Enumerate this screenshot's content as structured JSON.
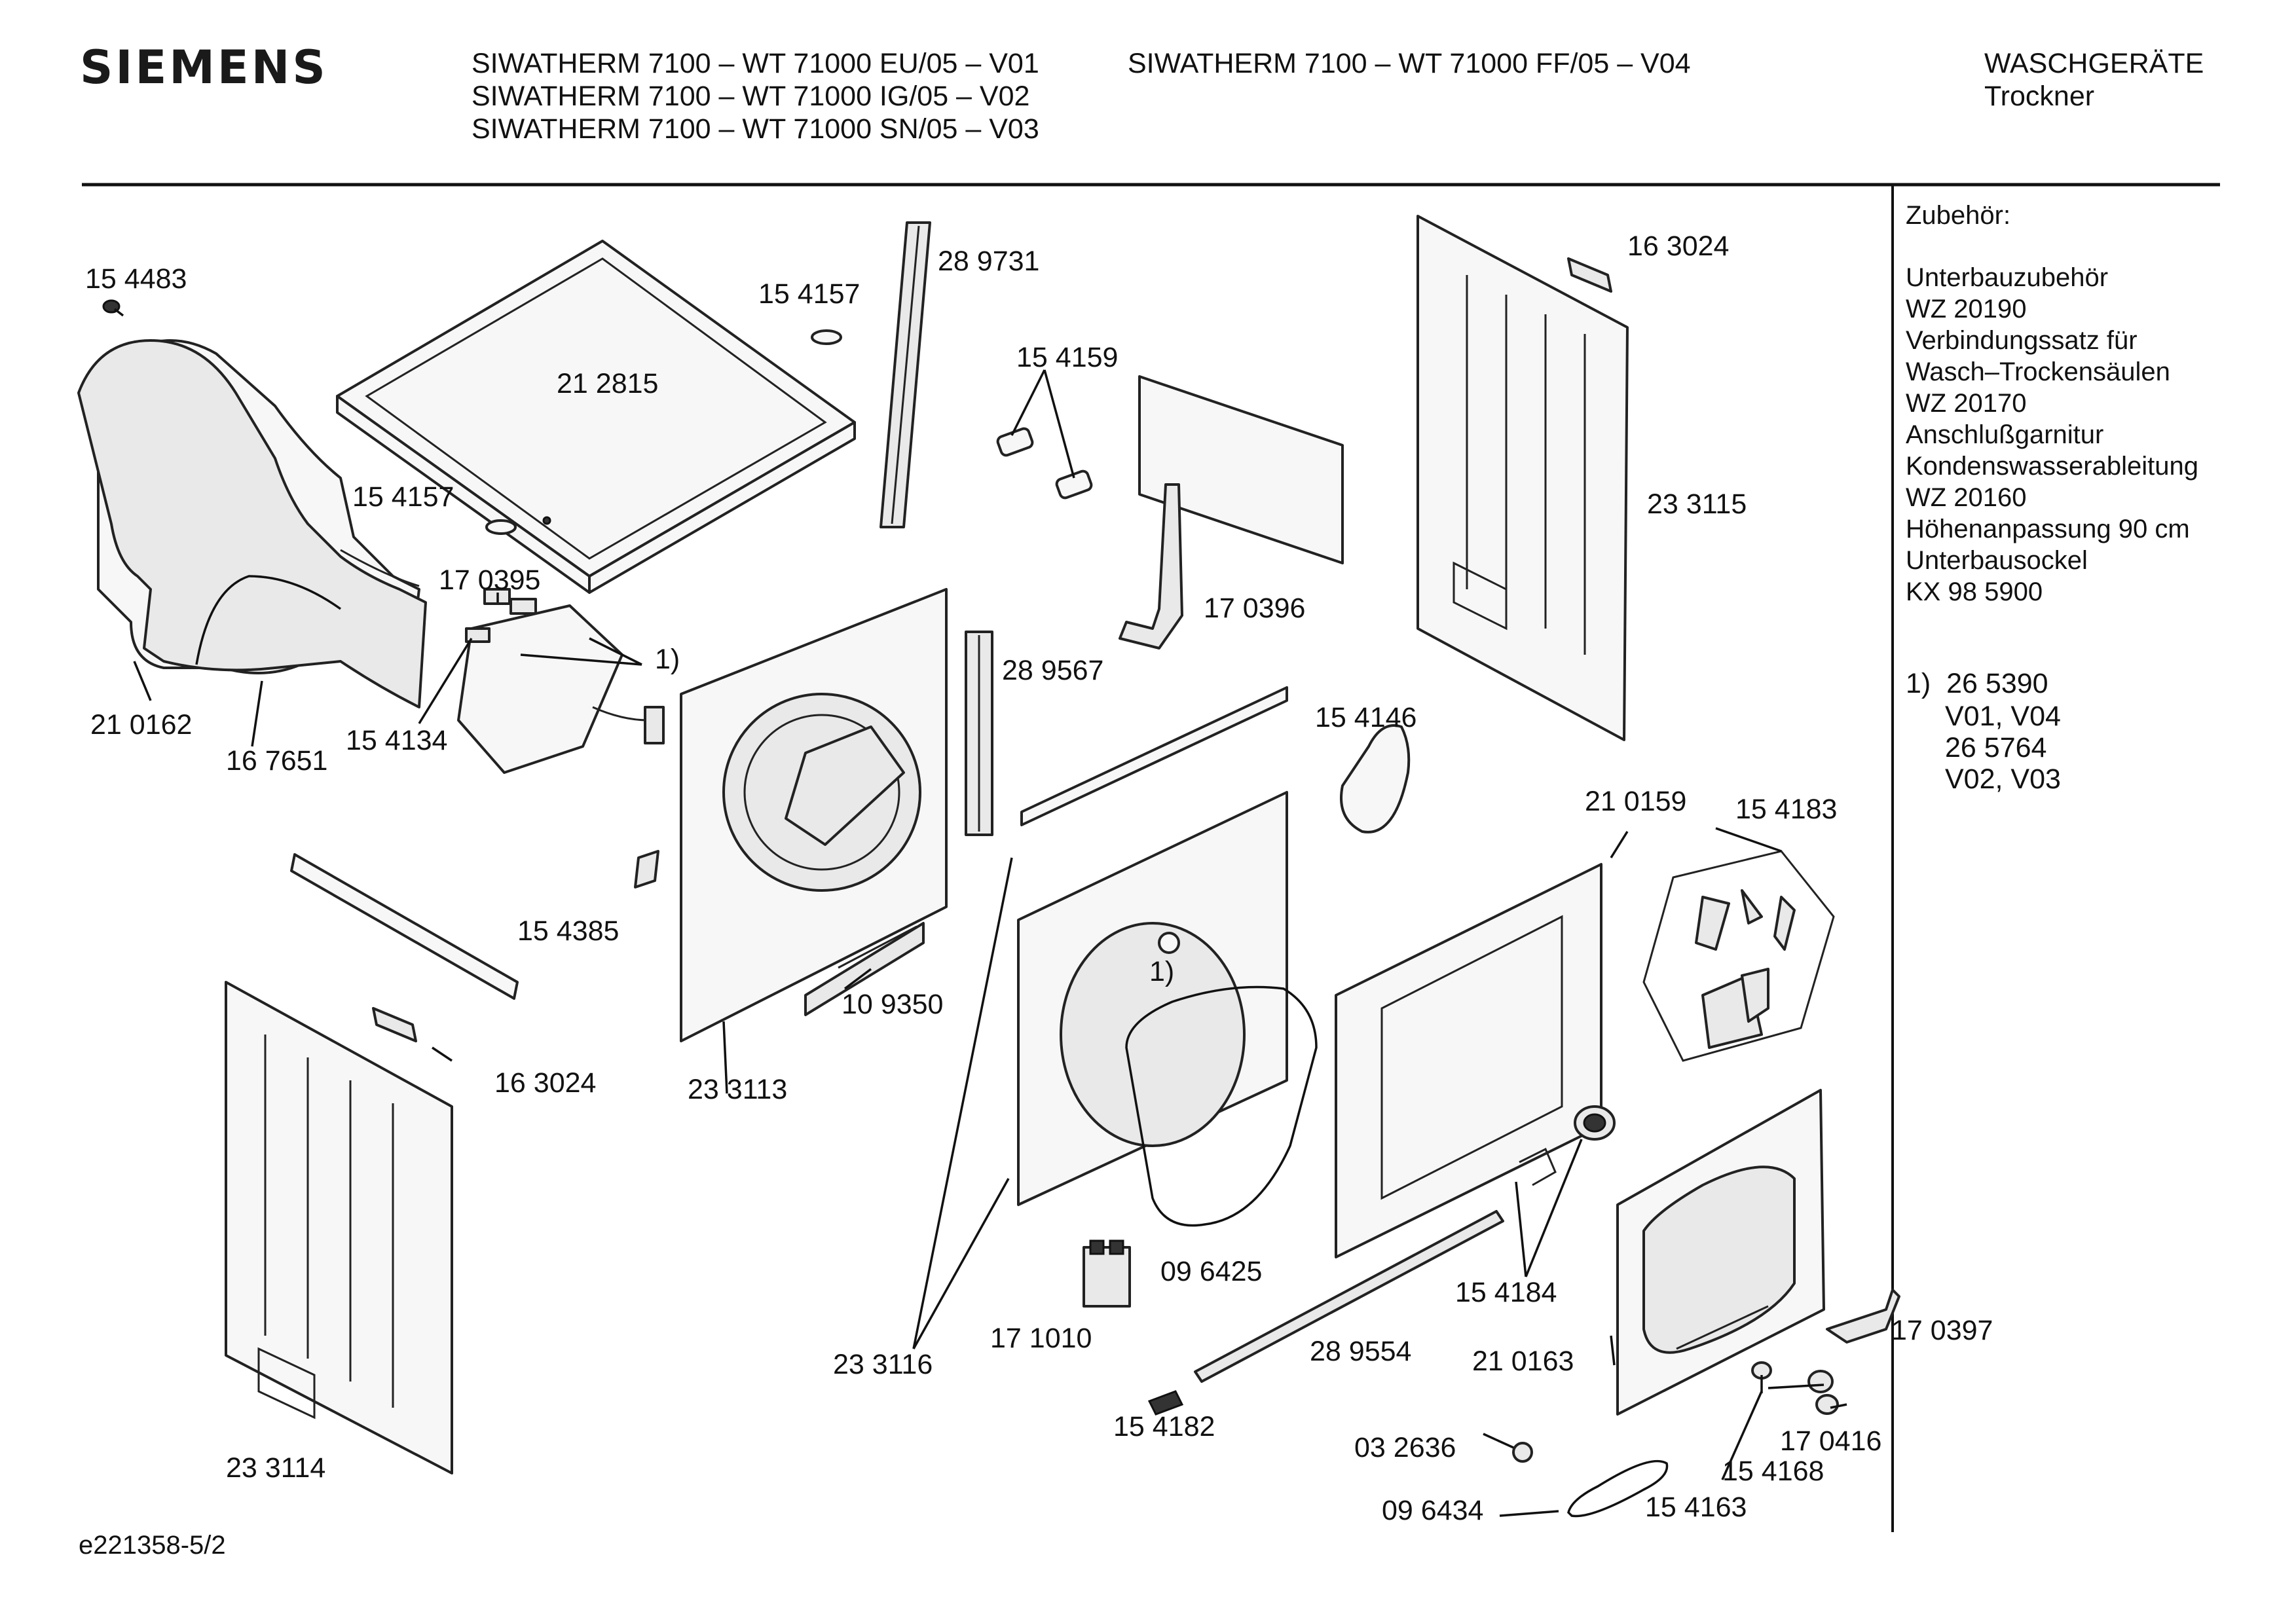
{
  "header": {
    "brand": "SIEMENS",
    "models_col1": [
      "SIWATHERM 7100 – WT 71000 EU/05 – V01",
      "SIWATHERM 7100 – WT 71000 IG/05 – V02",
      "SIWATHERM 7100 – WT 71000 SN/05 – V03"
    ],
    "models_col2": [
      "SIWATHERM 7100 – WT 71000 FF/05 – V04"
    ],
    "category": "WASCHGERÄTE",
    "subcategory": "Trockner"
  },
  "parts": [
    "15 4483",
    "15 4157",
    "28 9731",
    "21 2815",
    "15 4159",
    "16 3024",
    "15 4157",
    "17 0395",
    "1)",
    "21 0162",
    "16 7651",
    "15 4134",
    "28 9567",
    "17 0396",
    "23 3115",
    "15 4146",
    "21 0159",
    "15 4183",
    "15 4385",
    "10 9350",
    "1)",
    "16 3024",
    "23 3113",
    "09 6425",
    "17 1010",
    "23 3116",
    "28 9554",
    "15 4184",
    "21 0163",
    "17 0397",
    "15 4182",
    "03 2636",
    "17 0416",
    "15 4168",
    "09 6434",
    "15 4163",
    "23 3114"
  ],
  "accessories": {
    "title": "Zubehör:",
    "lines": [
      "Unterbauzubehör",
      "WZ 20190",
      "Verbindungssatz für",
      "Wasch–Trockensäulen",
      "WZ 20170",
      "Anschlußgarnitur",
      "Kondenswasserableitung",
      "WZ 20160",
      "Höhenanpassung 90 cm",
      "Unterbausockel",
      "KX 98 5900"
    ],
    "footnote": [
      "1)  26 5390",
      "V01, V04",
      "26 5764",
      "V02, V03"
    ]
  },
  "footer": {
    "doc_id": "e221358-5/2"
  }
}
